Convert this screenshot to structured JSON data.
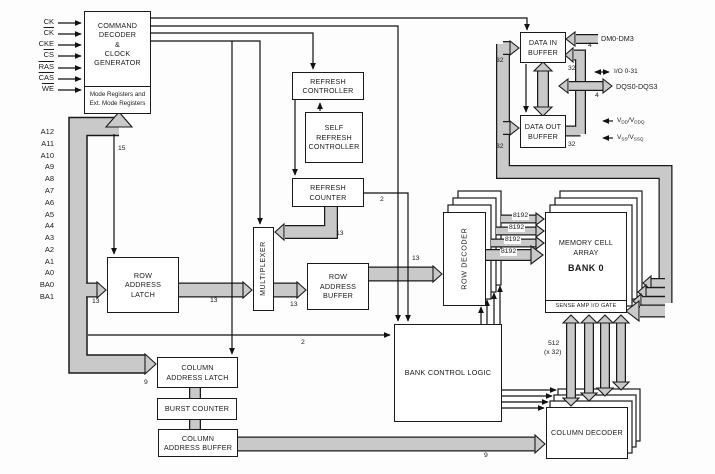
{
  "blocks": {
    "command_decoder": "COMMAND\nDECODER\n&\nCLOCK\nGENERATOR",
    "mode_registers": "Mode Registers and\nExt. Mode Registers",
    "row_address_latch": "ROW\nADDRESS\nLATCH",
    "multiplexer": "MULTIPLEXER",
    "row_address_buffer": "ROW\nADDRESS\nBUFFER",
    "refresh_controller": "REFRESH\nCONTROLLER",
    "self_refresh_controller": "SELF\nREFRESH\nCONTROLLER",
    "refresh_counter": "REFRESH\nCOUNTER",
    "row_decoder": "ROW DECODER",
    "memory_cell_array": "MEMORY CELL\nARRAY",
    "bank0": "BANK 0",
    "sense_amp": "SENSE AMP I/O GATE",
    "bank_control_logic": "BANK CONTROL LOGIC",
    "column_address_latch": "COLUMN\nADDRESS LATCH",
    "burst_counter": "BURST COUNTER",
    "column_address_buffer": "COLUMN\nADDRESS BUFFER",
    "column_decoder": "COLUMN DECODER",
    "data_in_buffer": "DATA IN\nBUFFER",
    "data_out_buffer": "DATA OUT\nBUFFER"
  },
  "signals": [
    {
      "label": "CK",
      "overline": false
    },
    {
      "label": "CK",
      "overline": true
    },
    {
      "label": "CKE",
      "overline": false
    },
    {
      "label": "CS",
      "overline": true
    },
    {
      "label": "RAS",
      "overline": true
    },
    {
      "label": "CAS",
      "overline": true
    },
    {
      "label": "WE",
      "overline": true
    }
  ],
  "addresses": [
    "A12",
    "A11",
    "A10",
    "A9",
    "A8",
    "A7",
    "A6",
    "A5",
    "A4",
    "A3",
    "A2",
    "A1",
    "A0",
    "BA0",
    "BA1"
  ],
  "bus_widths": {
    "fifteen": "15",
    "thirteen": "13",
    "two": "2",
    "nine": "9",
    "thirty_two": "32",
    "four": "4",
    "eight_k": "8192",
    "five_twelve": "512",
    "by32": "(x 32)"
  },
  "io": {
    "dm": "DM0-DM3",
    "io_range": "I/O 0-31",
    "dqs": "DQS0-DQS3",
    "vdd": {
      "m1": "V",
      "s1": "DD",
      "m2": "/V",
      "s2": "DDQ"
    },
    "vss": {
      "m1": "V",
      "s1": "SS",
      "m2": "/V",
      "s2": "SSQ"
    }
  },
  "colors": {
    "bus_fill": "#c9c9c9",
    "line": "#1a1a1a",
    "box_bg": "#ffffff"
  }
}
